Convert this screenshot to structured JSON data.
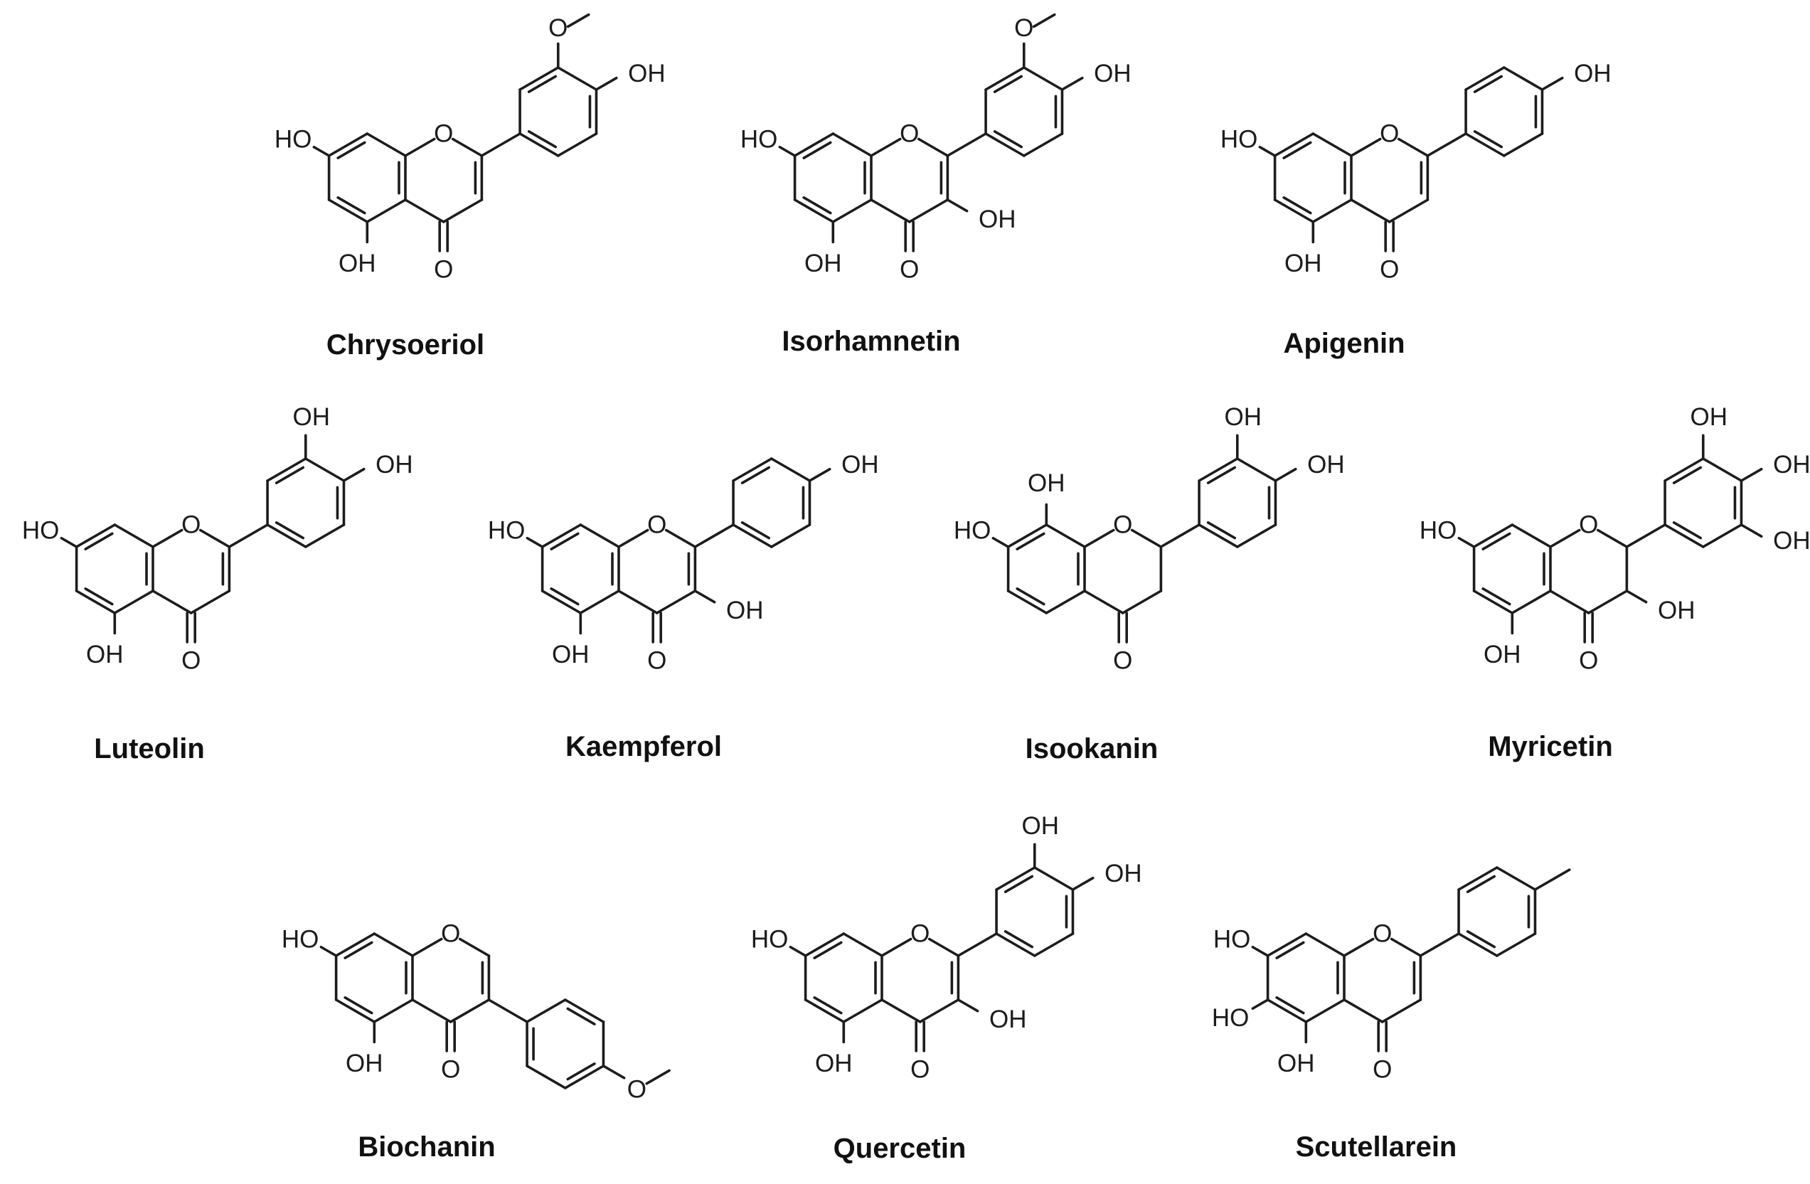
{
  "compounds": [
    {
      "name": "Chrysoeriol"
    },
    {
      "name": "Isorhamnetin"
    },
    {
      "name": "Apigenin"
    },
    {
      "name": "Luteolin"
    },
    {
      "name": "Kaempferol"
    },
    {
      "name": "Isookanin"
    },
    {
      "name": "Myricetin"
    },
    {
      "name": "Biochanin"
    },
    {
      "name": "Quercetin"
    },
    {
      "name": "Scutellarein"
    }
  ],
  "atoms": {
    "hydroxyl": "OH",
    "hydroxyl_left": "HO",
    "oxygen": "O"
  }
}
